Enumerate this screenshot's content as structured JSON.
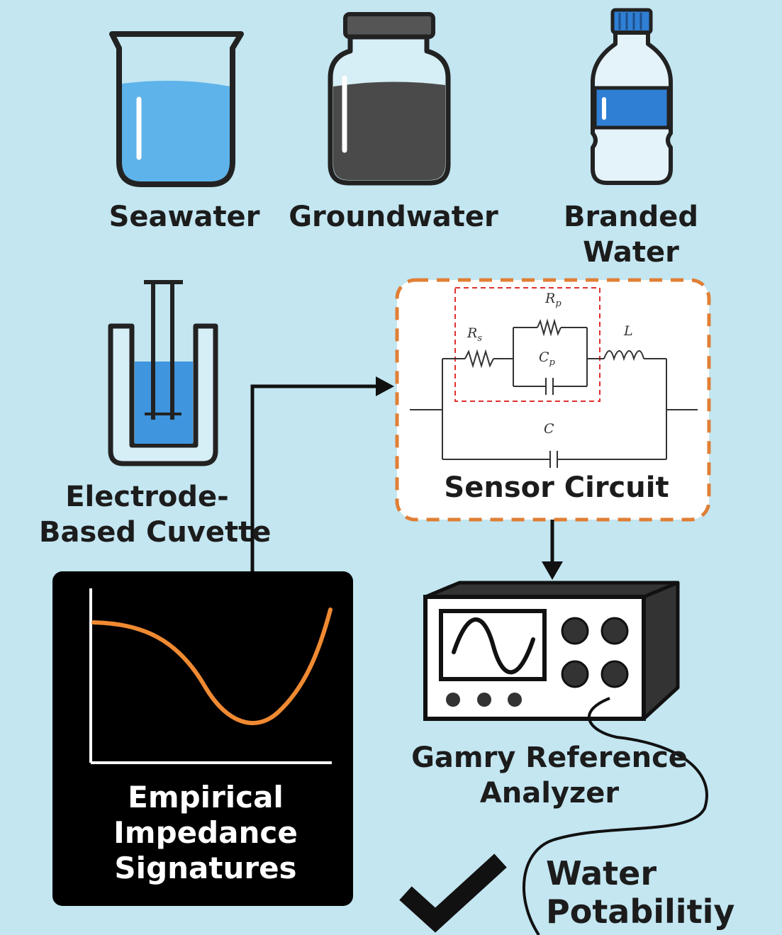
{
  "samples": {
    "seawater": "Seawater",
    "groundwater": "Groundwater",
    "branded_line1": "Branded",
    "branded_line2": "Water"
  },
  "cuvette": {
    "line1": "Electrode-",
    "line2": "Based Cuvette"
  },
  "sensor_circuit": {
    "title": "Sensor Circuit",
    "components": {
      "rp_base": "R",
      "rp_sub": "p",
      "rs_base": "R",
      "rs_sub": "s",
      "cp_base": "C",
      "cp_sub": "p",
      "inductor": "L",
      "capacitor": "C"
    }
  },
  "analyzer": {
    "line1": "Gamry Reference",
    "line2": "Analyzer"
  },
  "signatures": {
    "line1": "Empirical",
    "line2": "Impedance",
    "line3": "Signatures"
  },
  "result": {
    "line1": "Water",
    "line2": "Potabilitiy"
  },
  "colors": {
    "background": "#c3e6f1",
    "water_blue": "#4da6e8",
    "groundwater_dark": "#4a4a4a",
    "bottle_label": "#2f7fd4",
    "curve_orange": "#f08a32",
    "dashed_orange": "#e07f35",
    "highlight_red": "#e03030"
  }
}
